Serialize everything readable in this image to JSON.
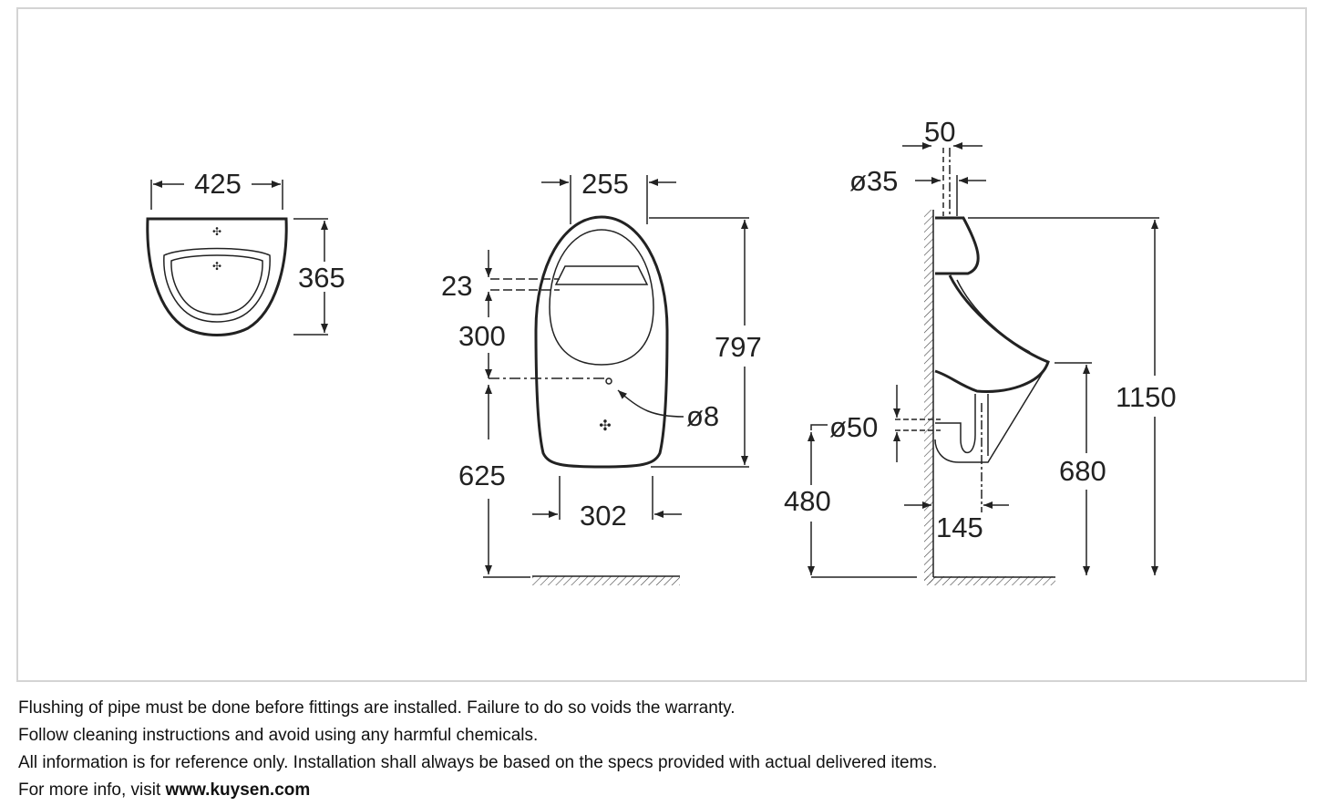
{
  "drawing": {
    "top_view": {
      "width": "425",
      "depth": "365"
    },
    "front_view": {
      "inner_width": "255",
      "offset_top": "23",
      "fixing_spacing": "300",
      "height": "797",
      "hole_diameter": "ø8",
      "fixing_height": "625",
      "bottom_width": "302"
    },
    "side_view": {
      "supply_offset": "50",
      "supply_diameter": "ø35",
      "waste_diameter": "ø50",
      "waste_height": "480",
      "rim_height": "680",
      "total_height": "1150",
      "waste_projection": "145"
    }
  },
  "notes": [
    "Flushing of pipe must be done before fittings are installed. Failure to do so voids the warranty.",
    "Follow cleaning instructions and avoid using any harmful chemicals.",
    "All information is for reference only. Installation shall always be based on the specs provided with actual delivered items."
  ],
  "more_info": {
    "prefix": "For more info, visit ",
    "link": "www.kuysen.com"
  }
}
